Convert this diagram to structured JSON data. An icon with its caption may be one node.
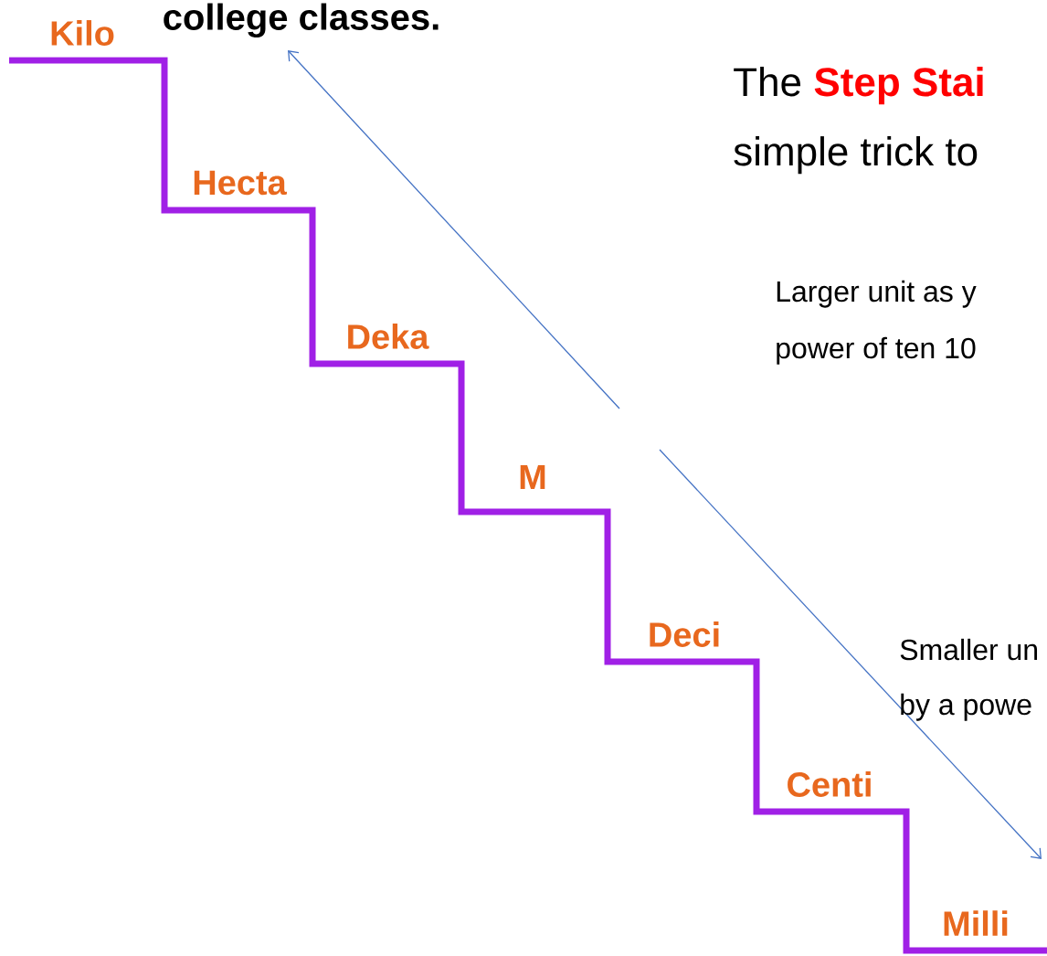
{
  "diagram": {
    "title": "college classes.",
    "labels": [
      "Kilo",
      "Hecta",
      "Deka",
      "M",
      "Deci",
      "Centi",
      "Milli",
      "The",
      "Step Stai",
      "simple trick to",
      "Larger unit as y",
      "power of ten 10",
      "Smaller un",
      "by a powe"
    ]
  }
}
